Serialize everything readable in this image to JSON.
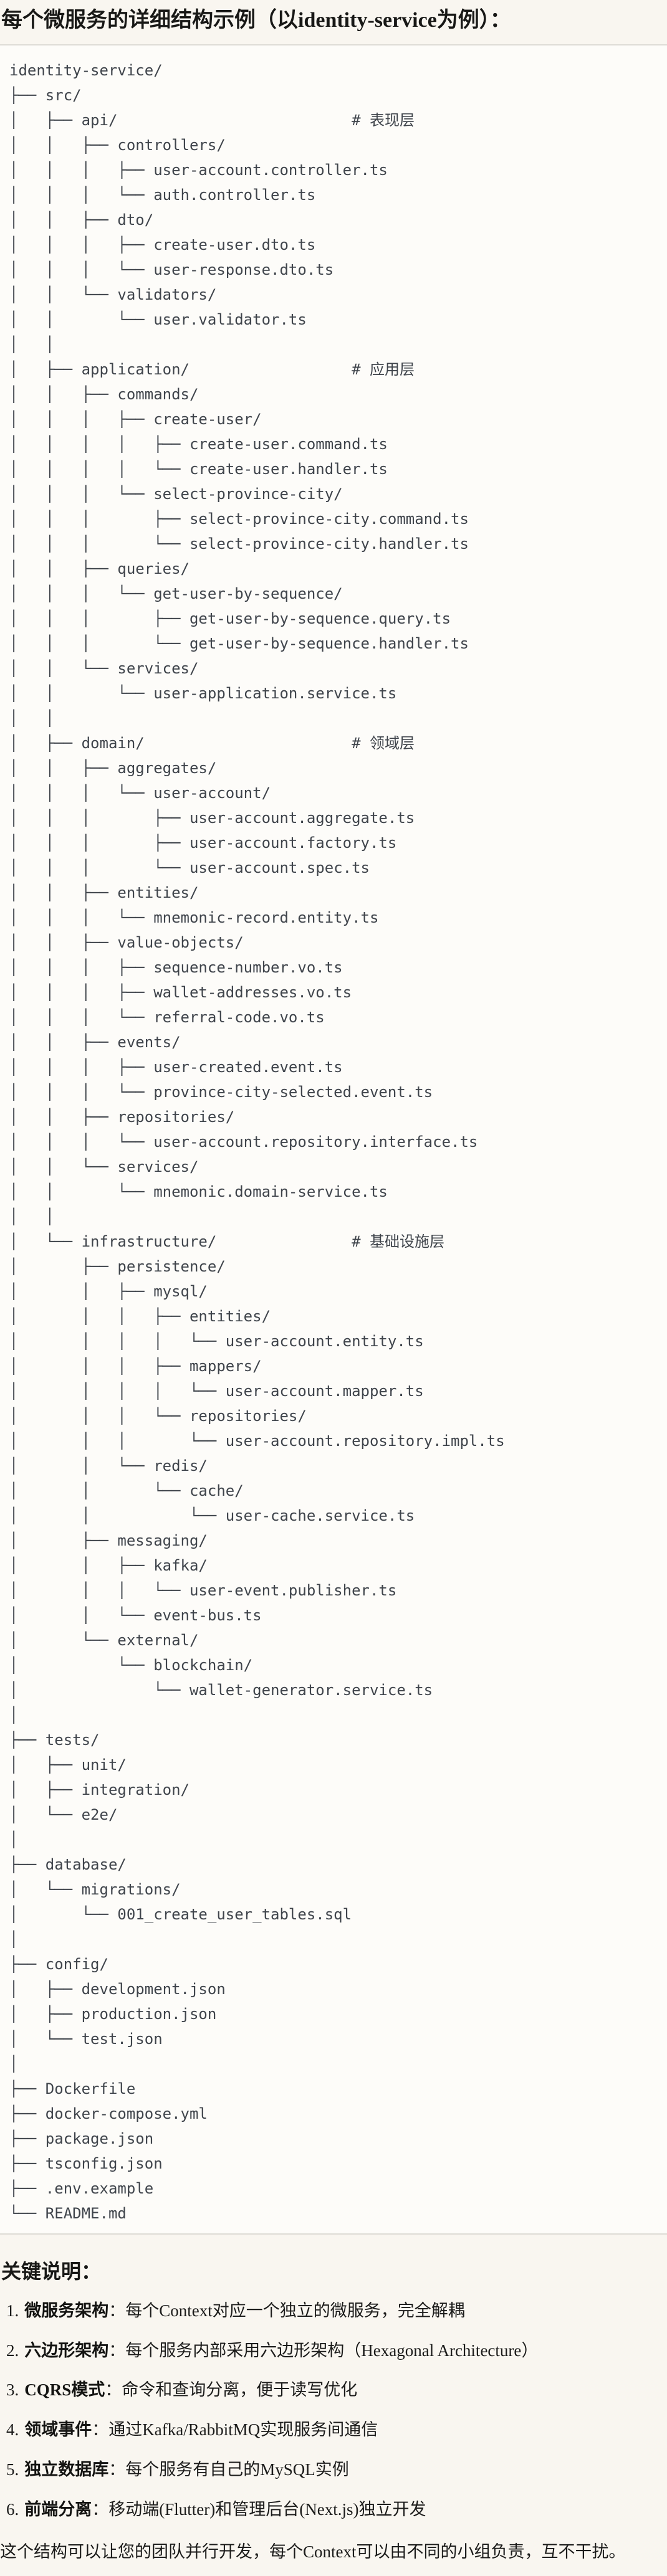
{
  "page": {
    "title": "每个微服务的详细结构示例（以identity-service为例）："
  },
  "tree": {
    "lines": [
      "identity-service/",
      "├── src/",
      "│   ├── api/                          # 表现层",
      "│   │   ├── controllers/",
      "│   │   │   ├── user-account.controller.ts",
      "│   │   │   └── auth.controller.ts",
      "│   │   ├── dto/",
      "│   │   │   ├── create-user.dto.ts",
      "│   │   │   └── user-response.dto.ts",
      "│   │   └── validators/",
      "│   │       └── user.validator.ts",
      "│   │",
      "│   ├── application/                  # 应用层",
      "│   │   ├── commands/",
      "│   │   │   ├── create-user/",
      "│   │   │   │   ├── create-user.command.ts",
      "│   │   │   │   └── create-user.handler.ts",
      "│   │   │   └── select-province-city/",
      "│   │   │       ├── select-province-city.command.ts",
      "│   │   │       └── select-province-city.handler.ts",
      "│   │   ├── queries/",
      "│   │   │   └── get-user-by-sequence/",
      "│   │   │       ├── get-user-by-sequence.query.ts",
      "│   │   │       └── get-user-by-sequence.handler.ts",
      "│   │   └── services/",
      "│   │       └── user-application.service.ts",
      "│   │",
      "│   ├── domain/                       # 领域层",
      "│   │   ├── aggregates/",
      "│   │   │   └── user-account/",
      "│   │   │       ├── user-account.aggregate.ts",
      "│   │   │       ├── user-account.factory.ts",
      "│   │   │       └── user-account.spec.ts",
      "│   │   ├── entities/",
      "│   │   │   └── mnemonic-record.entity.ts",
      "│   │   ├── value-objects/",
      "│   │   │   ├── sequence-number.vo.ts",
      "│   │   │   ├── wallet-addresses.vo.ts",
      "│   │   │   └── referral-code.vo.ts",
      "│   │   ├── events/",
      "│   │   │   ├── user-created.event.ts",
      "│   │   │   └── province-city-selected.event.ts",
      "│   │   ├── repositories/",
      "│   │   │   └── user-account.repository.interface.ts",
      "│   │   └── services/",
      "│   │       └── mnemonic.domain-service.ts",
      "│   │",
      "│   └── infrastructure/               # 基础设施层",
      "│       ├── persistence/",
      "│       │   ├── mysql/",
      "│       │   │   ├── entities/",
      "│       │   │   │   └── user-account.entity.ts",
      "│       │   │   ├── mappers/",
      "│       │   │   │   └── user-account.mapper.ts",
      "│       │   │   └── repositories/",
      "│       │   │       └── user-account.repository.impl.ts",
      "│       │   └── redis/",
      "│       │       └── cache/",
      "│       │           └── user-cache.service.ts",
      "│       ├── messaging/",
      "│       │   ├── kafka/",
      "│       │   │   └── user-event.publisher.ts",
      "│       │   └── event-bus.ts",
      "│       └── external/",
      "│           └── blockchain/",
      "│               └── wallet-generator.service.ts",
      "│",
      "├── tests/",
      "│   ├── unit/",
      "│   ├── integration/",
      "│   └── e2e/",
      "│",
      "├── database/",
      "│   └── migrations/",
      "│       └── 001_create_user_tables.sql",
      "│",
      "├── config/",
      "│   ├── development.json",
      "│   ├── production.json",
      "│   └── test.json",
      "│",
      "├── Dockerfile",
      "├── docker-compose.yml",
      "├── package.json",
      "├── tsconfig.json",
      "├── .env.example",
      "└── README.md"
    ]
  },
  "notes": {
    "heading": "关键说明：",
    "items": [
      {
        "num": "1.",
        "term": "微服务架构",
        "desc": "：每个Context对应一个独立的微服务，完全解耦"
      },
      {
        "num": "2.",
        "term": "六边形架构",
        "desc": "：每个服务内部采用六边形架构（Hexagonal Architecture）"
      },
      {
        "num": "3.",
        "term": "CQRS模式",
        "desc": "：命令和查询分离，便于读写优化"
      },
      {
        "num": "4.",
        "term": "领域事件",
        "desc": "：通过Kafka/RabbitMQ实现服务间通信"
      },
      {
        "num": "5.",
        "term": "独立数据库",
        "desc": "：每个服务有自己的MySQL实例"
      },
      {
        "num": "6.",
        "term": "前端分离",
        "desc": "：移动端(Flutter)和管理后台(Next.js)独立开发"
      }
    ],
    "footer": "这个结构可以让您的团队并行开发，每个Context可以由不同的小组负责，互不干扰。"
  }
}
